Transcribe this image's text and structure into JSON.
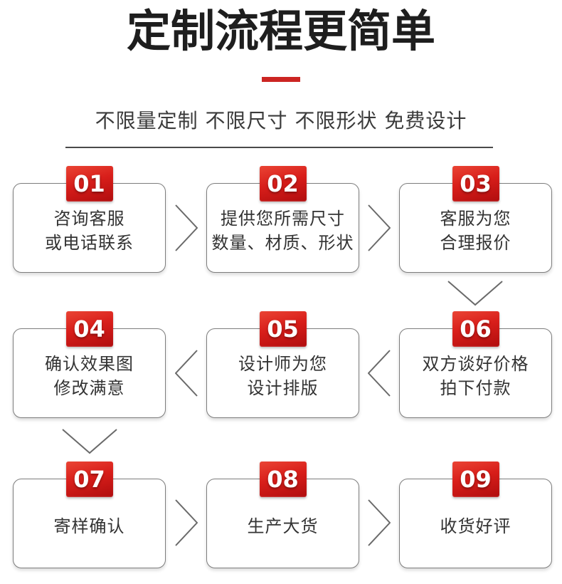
{
  "header": {
    "title": "定制流程更简单",
    "subtitle": "不限量定制 不限尺寸 不限形状 免费设计"
  },
  "steps": [
    {
      "number": "01",
      "text": "咨询客服\n或电话联系"
    },
    {
      "number": "02",
      "text": "提供您所需尺寸\n数量、材质、形状"
    },
    {
      "number": "03",
      "text": "客服为您\n合理报价"
    },
    {
      "number": "04",
      "text": "确认效果图\n修改满意"
    },
    {
      "number": "05",
      "text": "设计师为您\n设计排版"
    },
    {
      "number": "06",
      "text": "双方谈好价格\n拍下付款"
    },
    {
      "number": "07",
      "text": "寄样确认"
    },
    {
      "number": "08",
      "text": "生产大货"
    },
    {
      "number": "09",
      "text": "收货好评"
    }
  ],
  "flow_order": [
    "01",
    "02",
    "03",
    "06",
    "05",
    "04",
    "07",
    "08",
    "09"
  ],
  "icons": {
    "between_steps_row1": "chevron-right-icon",
    "between_steps_row2": "chevron-left-icon",
    "between_steps_row3": "chevron-right-icon",
    "between_rows": "chevron-down-icon"
  },
  "colors": {
    "accent_red": "#cc2522",
    "badge_red_light": "#ea4434",
    "badge_red_dark": "#b00d0e",
    "title_black": "#1e1e1e",
    "subtitle_gray": "#3b3b3b",
    "body_text": "#333333",
    "box_border": "#7d7d7d",
    "arrow_gray": "#6a6a6a"
  }
}
